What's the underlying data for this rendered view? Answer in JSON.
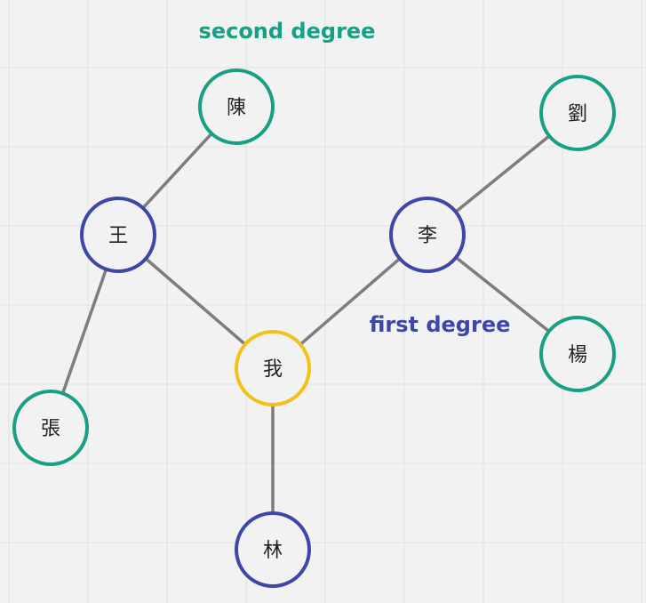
{
  "colors": {
    "background": "#f2f2f2",
    "grid": "#e2e2e2",
    "edge": "#7d7d7d",
    "center": "#f2c21b",
    "first_degree": "#3f46aa",
    "second_degree": "#17a084",
    "node_fill": "#f2f2f2"
  },
  "legend": {
    "second_degree": "second degree",
    "first_degree": "first degree"
  },
  "nodes": {
    "self": {
      "label": "我",
      "degree": "center"
    },
    "wang": {
      "label": "王",
      "degree": "first"
    },
    "li": {
      "label": "李",
      "degree": "first"
    },
    "lin": {
      "label": "林",
      "degree": "first"
    },
    "chen": {
      "label": "陳",
      "degree": "second"
    },
    "zhang": {
      "label": "張",
      "degree": "second"
    },
    "liu": {
      "label": "劉",
      "degree": "second"
    },
    "yang": {
      "label": "楊",
      "degree": "second"
    }
  },
  "edges": [
    [
      "self",
      "wang"
    ],
    [
      "self",
      "li"
    ],
    [
      "self",
      "lin"
    ],
    [
      "wang",
      "chen"
    ],
    [
      "wang",
      "zhang"
    ],
    [
      "li",
      "liu"
    ],
    [
      "li",
      "yang"
    ]
  ]
}
